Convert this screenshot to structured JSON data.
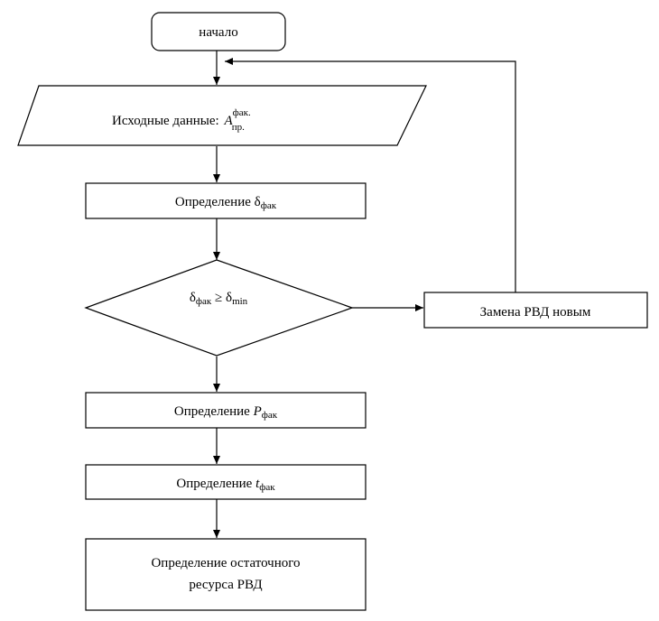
{
  "flowchart": {
    "start": {
      "label": "начало"
    },
    "input": {
      "label": "Исходные данные:",
      "symbol": "A",
      "superscript": "фак.",
      "subscript": "пр."
    },
    "step_delta": {
      "label": "Определение δ",
      "subscript": "фак"
    },
    "decision": {
      "left_symbol": "δ",
      "left_subscript": "фак",
      "operator": " ≥ ",
      "right_symbol": "δ",
      "right_subscript": "min"
    },
    "replace": {
      "label": "Замена РВД новым"
    },
    "step_p": {
      "label": "Определение ",
      "symbol": "P",
      "subscript": "фак"
    },
    "step_t": {
      "label": "Определение ",
      "symbol": "t",
      "subscript": "фак"
    },
    "final": {
      "line1": "Определение остаточного",
      "line2": "ресурса РВД"
    }
  }
}
